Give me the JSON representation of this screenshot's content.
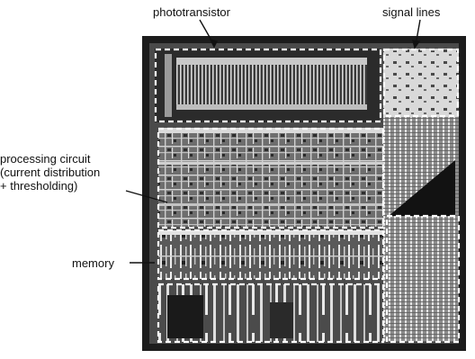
{
  "labels": {
    "phototransistor": "phototransistor",
    "signal_lines": "signal lines",
    "processing_circuit": {
      "line1": "processing circuit",
      "line2": "(current distribution",
      "line3": "+ thresholding)"
    },
    "memory": "memory"
  }
}
